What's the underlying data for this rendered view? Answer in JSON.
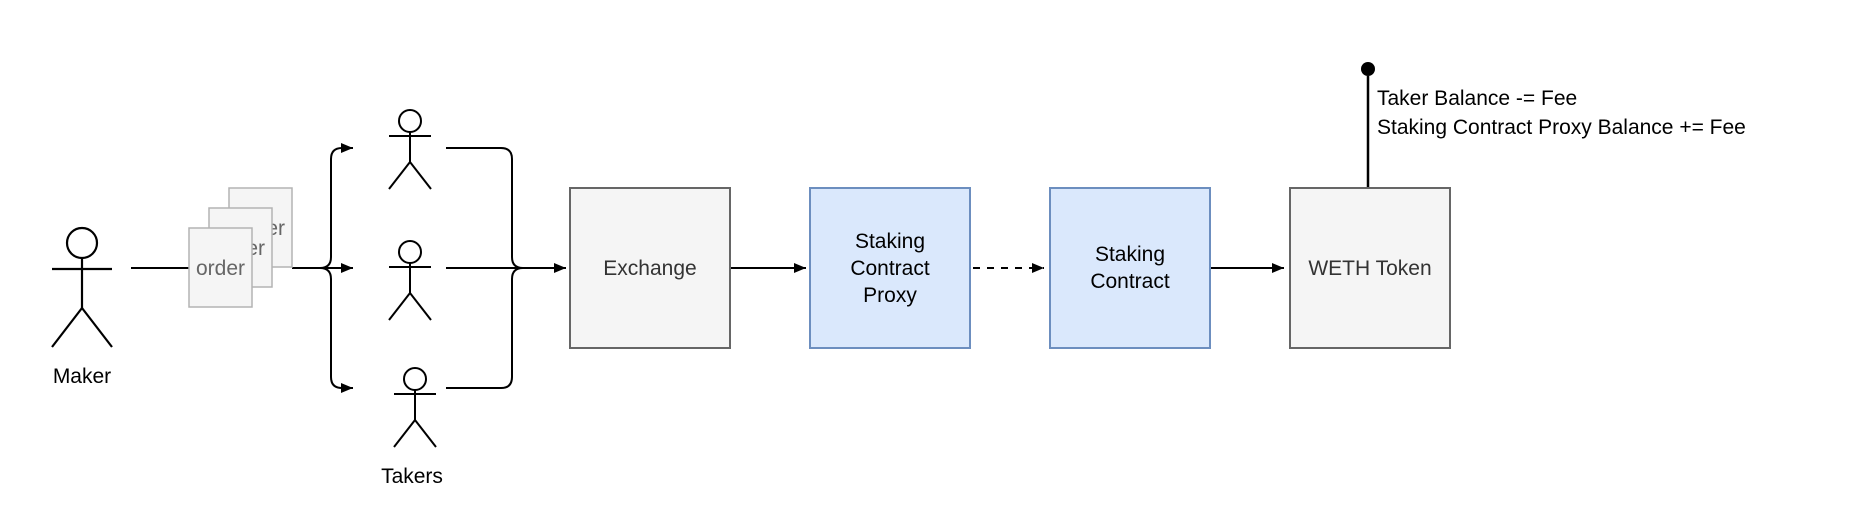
{
  "diagram": {
    "title": "0x staking fee flow diagram",
    "actors": {
      "maker": {
        "label": "Maker"
      },
      "takers": {
        "label": "Takers",
        "count": 3
      }
    },
    "orders": {
      "label": "order",
      "count": 3
    },
    "nodes": [
      {
        "id": "exchange",
        "label": "Exchange",
        "style": "gray"
      },
      {
        "id": "staking-contract-proxy",
        "label": "Staking\nContract\nProxy",
        "style": "blue"
      },
      {
        "id": "staking-contract",
        "label": "Staking\nContract",
        "style": "blue"
      },
      {
        "id": "weth-token",
        "label": "WETH Token",
        "style": "gray"
      }
    ],
    "annotation": {
      "text": "Taker Balance -= Fee\nStaking Contract Proxy Balance += Fee",
      "anchored_to": "weth-token"
    },
    "edges": [
      {
        "from": "maker",
        "to": "orders",
        "style": "plain"
      },
      {
        "from": "orders",
        "to": "taker-1",
        "style": "arrow"
      },
      {
        "from": "orders",
        "to": "taker-2",
        "style": "arrow"
      },
      {
        "from": "orders",
        "to": "taker-3",
        "style": "arrow"
      },
      {
        "from": "takers",
        "to": "exchange",
        "style": "arrow"
      },
      {
        "from": "exchange",
        "to": "staking-contract-proxy",
        "style": "arrow"
      },
      {
        "from": "staking-contract-proxy",
        "to": "staking-contract",
        "style": "dashed-arrow"
      },
      {
        "from": "staking-contract",
        "to": "weth-token",
        "style": "arrow"
      }
    ],
    "colors": {
      "line": "#000000",
      "gray_box_fill": "#f5f5f5",
      "gray_box_stroke": "#666666",
      "gray_box_text": "#333333",
      "blue_box_fill": "#dae8fc",
      "blue_box_stroke": "#6c8ebf",
      "blue_box_text": "#000000",
      "paper_fill": "#f5f5f5",
      "paper_stroke": "#b3b3b3",
      "paper_text": "#666666"
    }
  }
}
